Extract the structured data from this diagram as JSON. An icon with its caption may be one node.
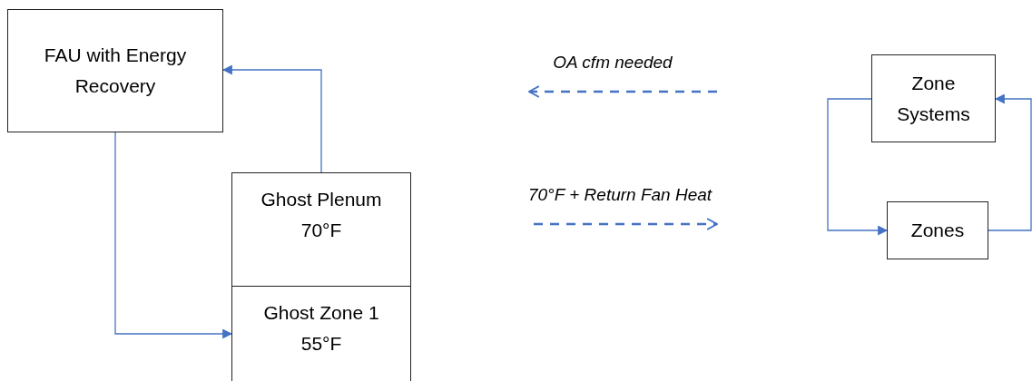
{
  "diagram": {
    "nodes": [
      {
        "text": [
          "FAU with Energy Recovery"
        ]
      },
      {
        "text": [
          "Ghost Plenum",
          "70°F"
        ]
      },
      {
        "text": [
          "Ghost Zone 1",
          "55°F"
        ]
      },
      {
        "text": [
          "Zone Systems"
        ]
      },
      {
        "text": [
          "Zones"
        ]
      }
    ],
    "edges": [
      {
        "from": 0,
        "to": 2,
        "arrow": "to"
      },
      {
        "from": 1,
        "to": 0,
        "arrow": "to"
      },
      {
        "from": 3,
        "to": 4,
        "arrow": "to"
      },
      {
        "from": 4,
        "to": 3,
        "arrow": "to"
      }
    ],
    "labels": [
      "OA cfm needed",
      "70°F + Return Fan Heat"
    ]
  }
}
